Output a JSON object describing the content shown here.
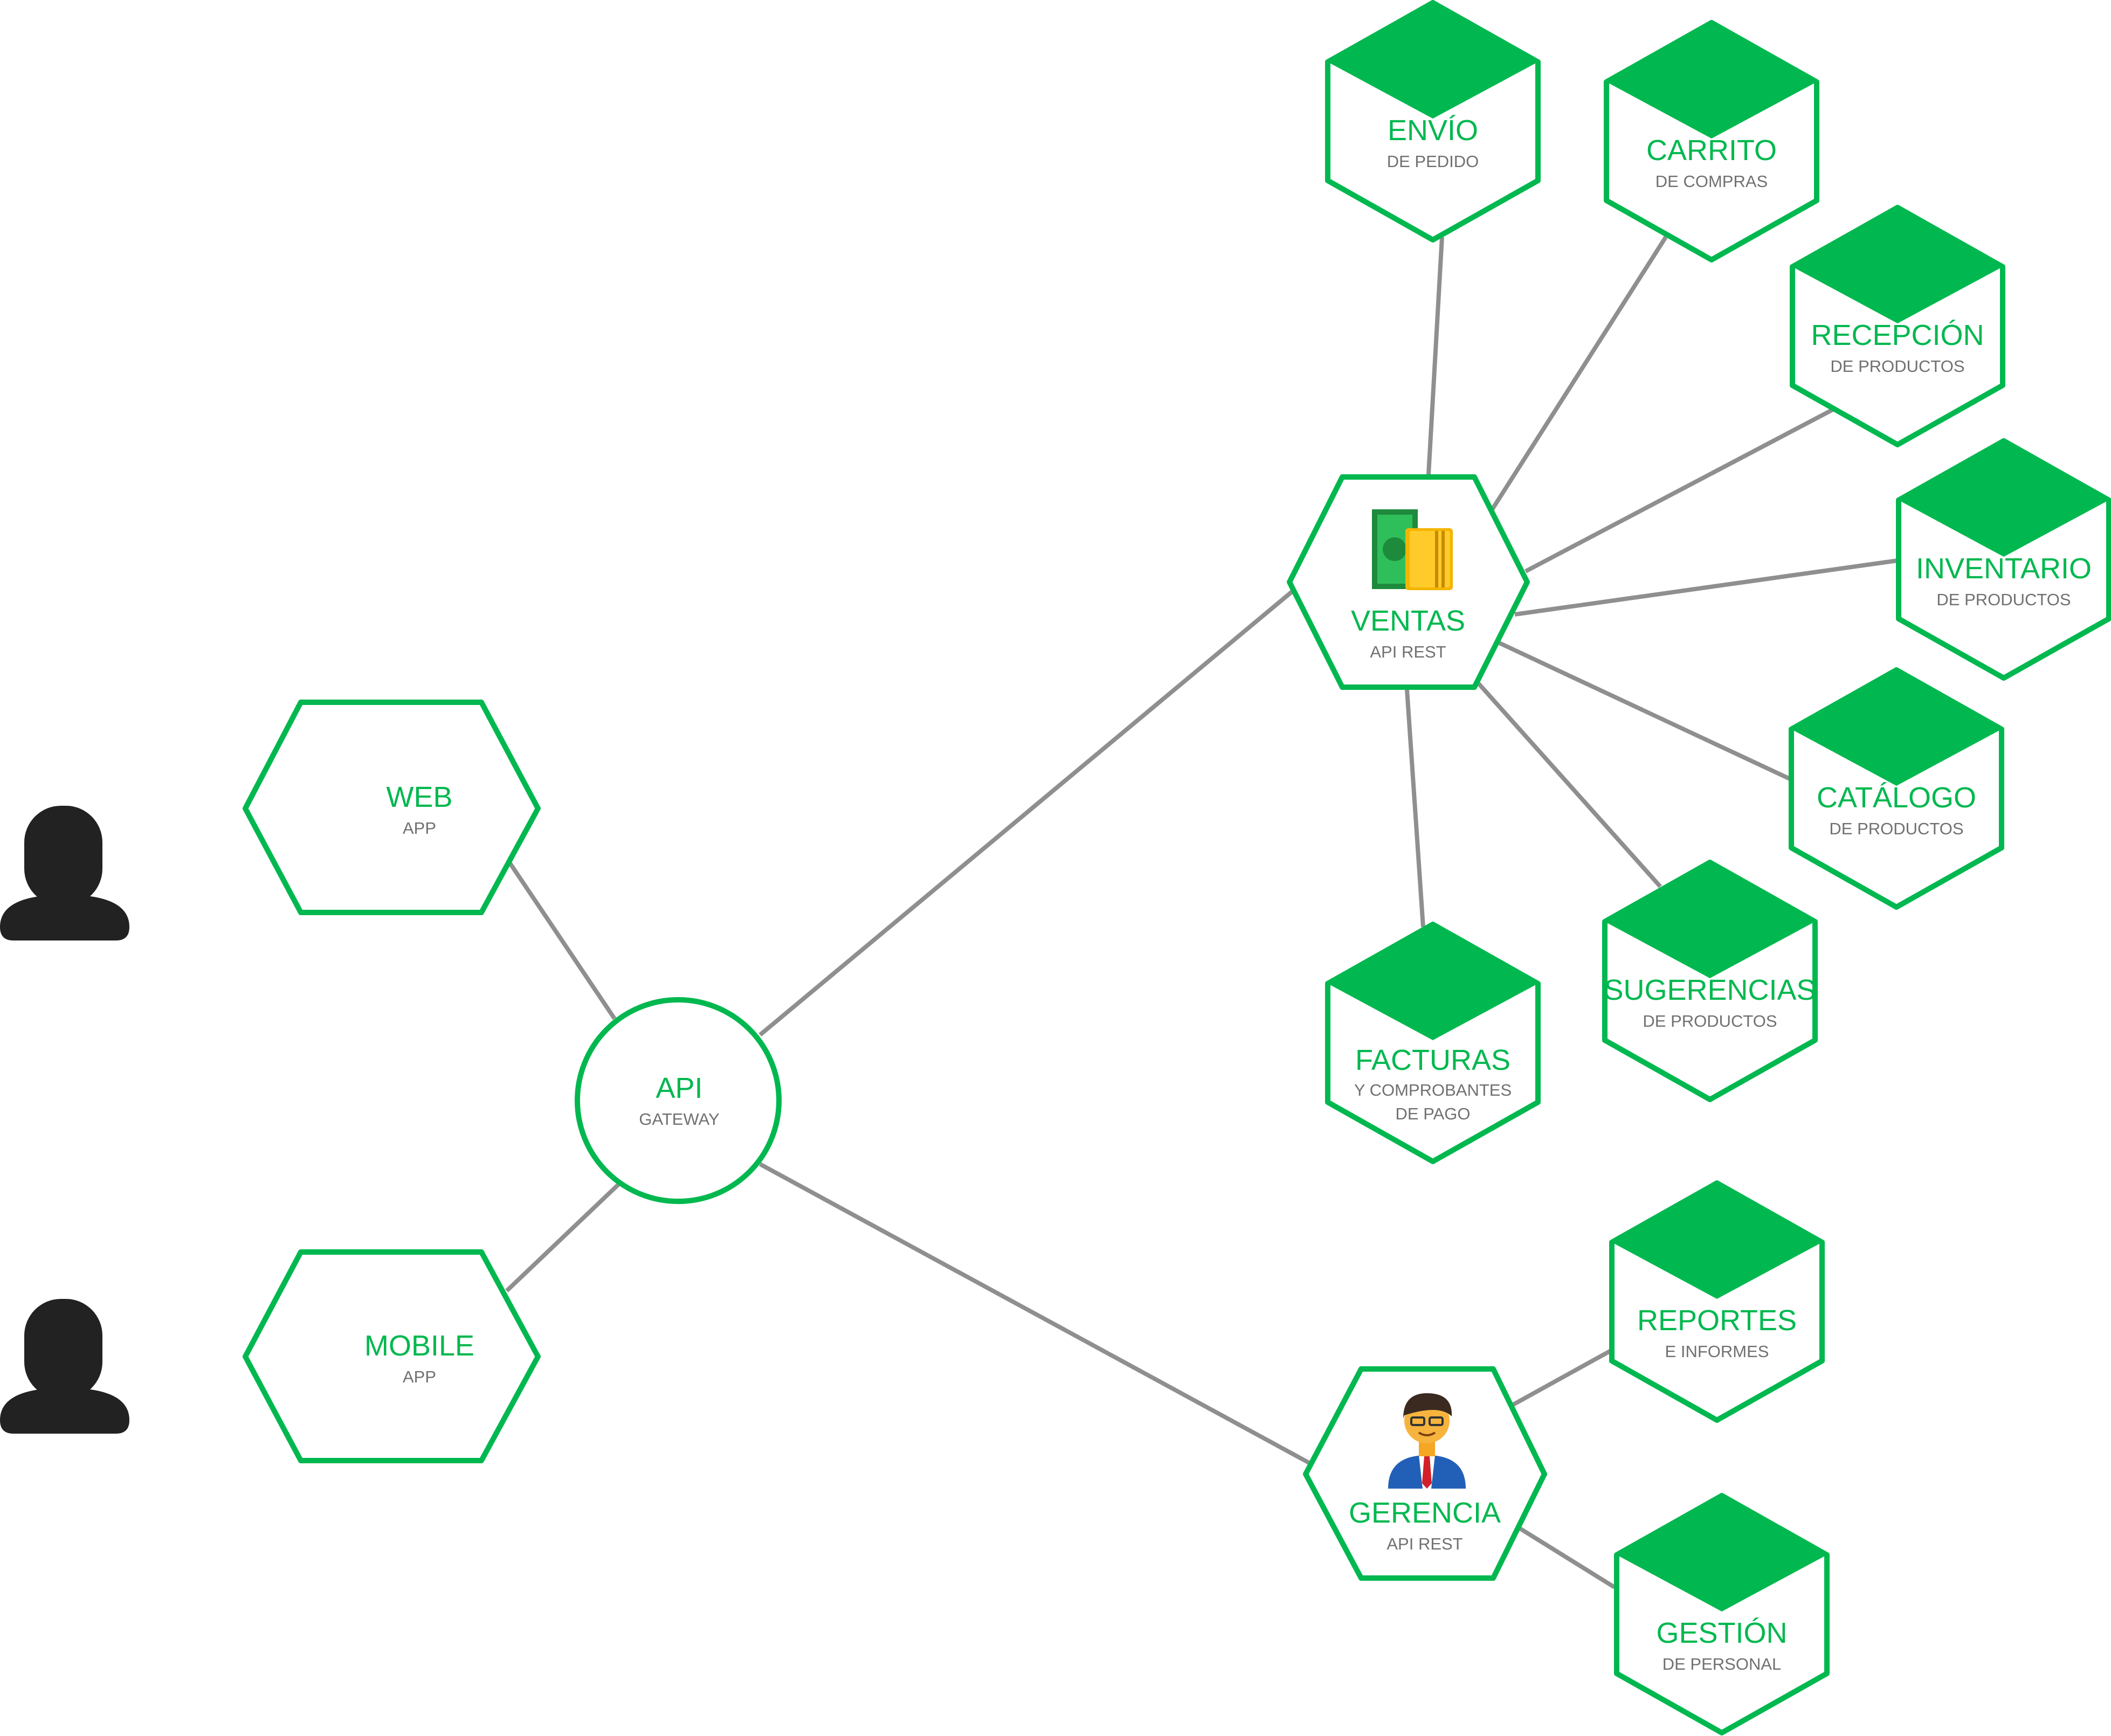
{
  "colors": {
    "accent": "#00b84f",
    "edge": "#8f8f8f",
    "text_secondary": "#707070",
    "person": "#222222"
  },
  "clients": {
    "web": {
      "title": "WEB",
      "subtitle": "APP"
    },
    "mobile": {
      "title": "MOBILE",
      "subtitle": "APP"
    }
  },
  "gateway": {
    "title": "API",
    "subtitle": "GATEWAY"
  },
  "hubs": {
    "ventas": {
      "title": "VENTAS",
      "subtitle": "API REST",
      "icon": "money-card-icon"
    },
    "gerencia": {
      "title": "GERENCIA",
      "subtitle": "API REST",
      "icon": "manager-icon"
    }
  },
  "services": {
    "envio": {
      "title": "ENVÍO",
      "subtitle": "DE PEDIDO"
    },
    "carrito": {
      "title": "CARRITO",
      "subtitle": "DE COMPRAS"
    },
    "recepcion": {
      "title": "RECEPCIÓN",
      "subtitle": "DE PRODUCTOS"
    },
    "inventario": {
      "title": "INVENTARIO",
      "subtitle": "DE PRODUCTOS"
    },
    "catalogo": {
      "title": "CATÁLOGO",
      "subtitle": "DE PRODUCTOS"
    },
    "sugerencias": {
      "title": "SUGERENCIAS",
      "subtitle": "DE PRODUCTOS"
    },
    "facturas": {
      "title": "FACTURAS",
      "subtitle_line1": "Y COMPROBANTES",
      "subtitle_line2": "DE PAGO"
    },
    "reportes": {
      "title": "REPORTES",
      "subtitle": "E INFORMES"
    },
    "gestion": {
      "title": "GESTIÓN",
      "subtitle": "DE PERSONAL"
    }
  }
}
